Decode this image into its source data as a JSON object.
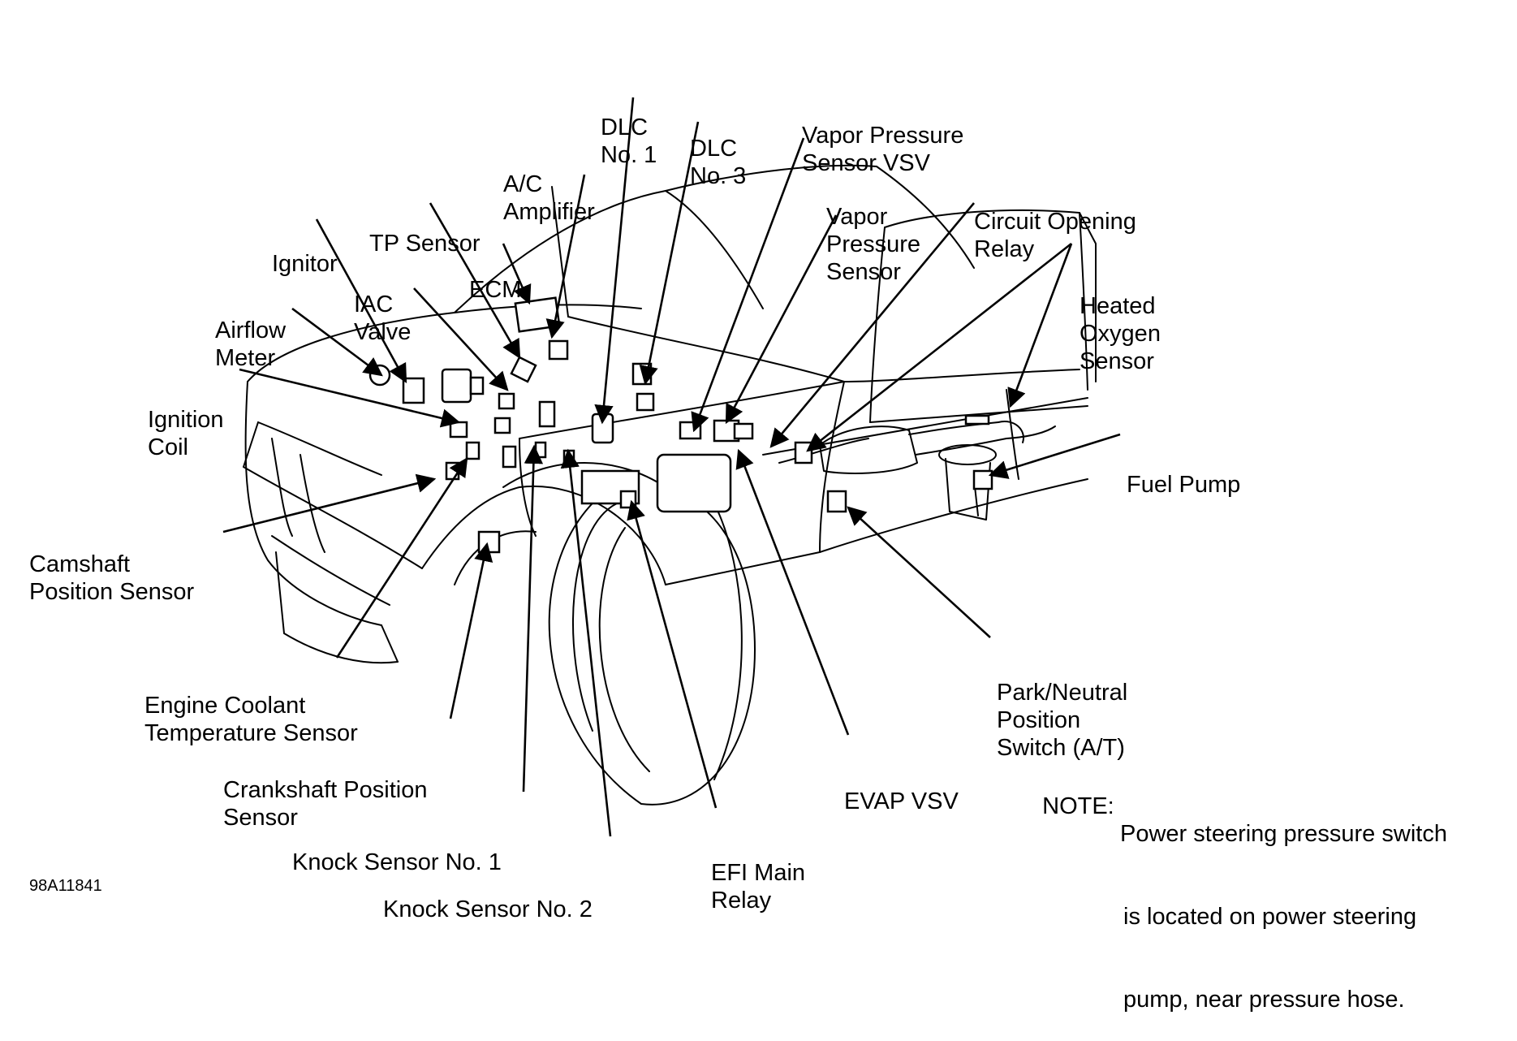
{
  "labels": {
    "dlc1": [
      "DLC",
      "No. 1"
    ],
    "dlc3": [
      "DLC",
      "No. 3"
    ],
    "vapor_vsv": [
      "Vapor Pressure",
      "Sensor VSV"
    ],
    "ac_amp": [
      "A/C",
      "Amplifier"
    ],
    "vapor_sensor": [
      "Vapor",
      "Pressure",
      "Sensor"
    ],
    "circuit_relay": [
      "Circuit Opening",
      "Relay"
    ],
    "tp_sensor": [
      "TP Sensor"
    ],
    "ignitor": [
      "Ignitor"
    ],
    "ecm": [
      "ECM"
    ],
    "heated_o2": [
      "Heated",
      "Oxygen",
      "Sensor"
    ],
    "iac": [
      "IAC",
      "Valve"
    ],
    "airflow": [
      "Airflow",
      "Meter"
    ],
    "ign_coil": [
      "Ignition",
      "Coil"
    ],
    "fuel_pump": [
      "Fuel Pump"
    ],
    "camshaft": [
      "Camshaft",
      "Position Sensor"
    ],
    "park_neutral": [
      "Park/Neutral",
      "Position",
      "Switch (A/T)"
    ],
    "coolant": [
      "Engine Coolant",
      "Temperature Sensor"
    ],
    "evap_vsv": [
      "EVAP VSV"
    ],
    "crankshaft": [
      "Crankshaft Position",
      "Sensor"
    ],
    "knock1": [
      "Knock Sensor No. 1"
    ],
    "knock2": [
      "Knock Sensor No. 2"
    ],
    "efi_relay": [
      "EFI Main",
      "Relay"
    ]
  },
  "note": {
    "heading": "NOTE:",
    "lines": [
      "Power steering pressure switch",
      "is located on power steering",
      "pump, near pressure hose."
    ]
  },
  "figure_code": "98A11841"
}
